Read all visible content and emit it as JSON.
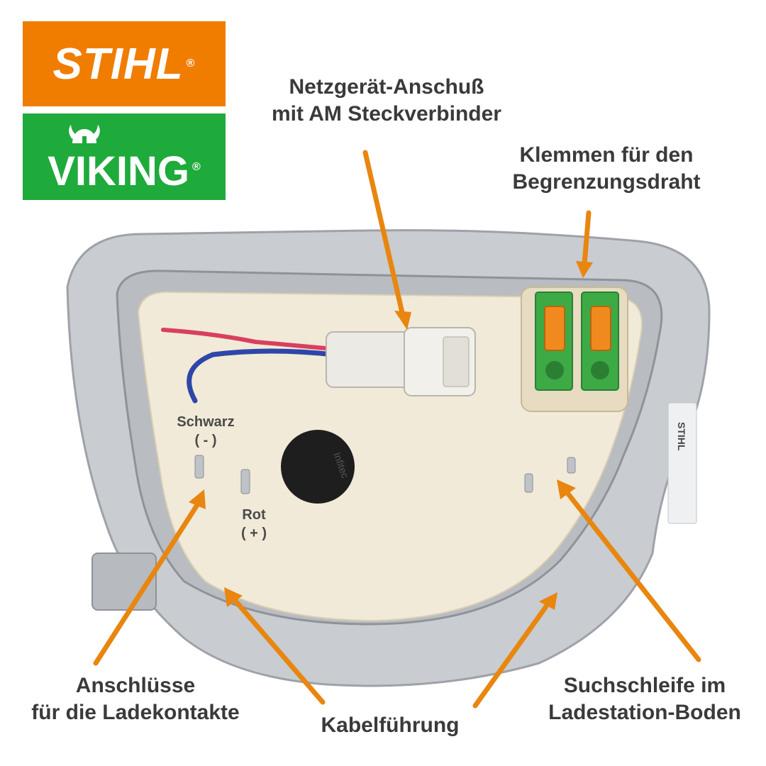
{
  "logos": {
    "stihl": {
      "text": "STIHL",
      "registered": "®",
      "color": "#f07d00"
    },
    "viking": {
      "text": "VIKING",
      "registered": "®",
      "color": "#1faa3c",
      "icon": "viking-helmet-icon"
    }
  },
  "labels": {
    "power_connector": [
      "Netzgerät-Anschuß",
      "mit AM Steckverbinder"
    ],
    "boundary_terminals": [
      "Klemmen für den",
      "Begrenzungsdraht"
    ],
    "black": [
      "Schwarz",
      "( - )"
    ],
    "red": [
      "Rot",
      "( + )"
    ],
    "charging_contacts": [
      "Anschlüsse",
      "für die Ladekontakte"
    ],
    "cable_routing": "Kabelführung",
    "search_loop": [
      "Suchschleife im",
      "Ladestation-Boden"
    ]
  },
  "photo": {
    "cap_text": "Infitec",
    "sticker_text": "STIHL"
  },
  "colors": {
    "arrow": "#e8860f",
    "label_text": "#3a3a3a",
    "housing": "#c9ccd0",
    "resin": "#f1ead8",
    "terminal_green": "#3daa45",
    "terminal_orange": "#f08a1e"
  }
}
